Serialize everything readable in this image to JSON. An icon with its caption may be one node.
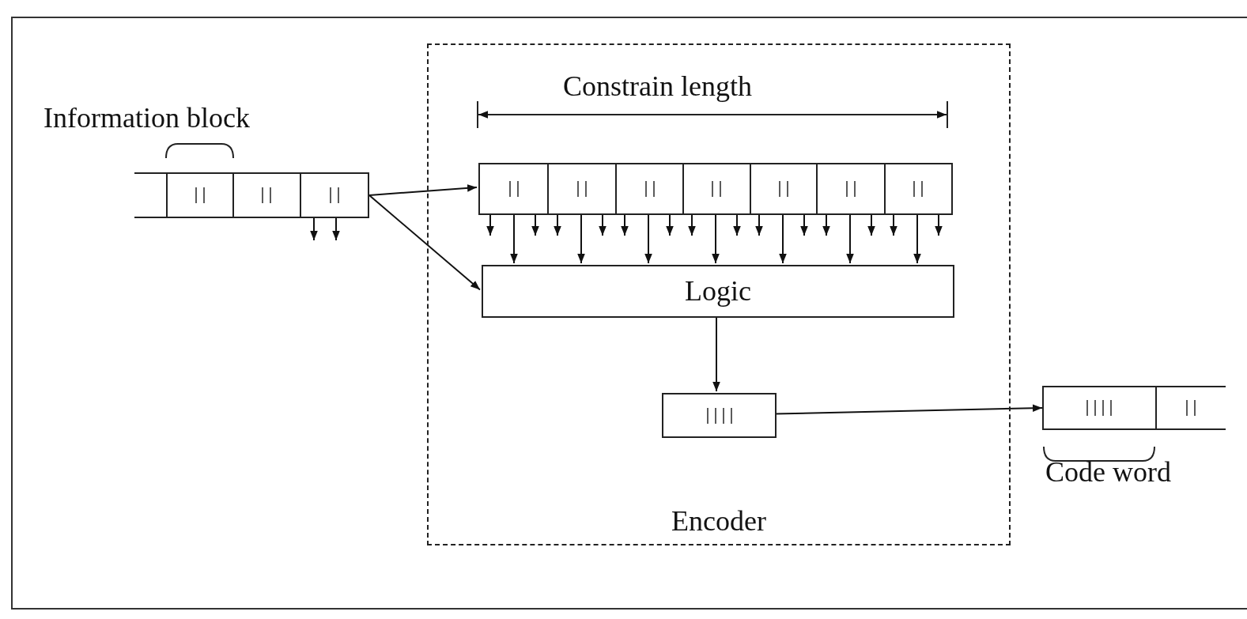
{
  "diagram": {
    "nodes": [
      {
        "text": [
          "Encoder"
        ]
      },
      {
        "text": [],
        "shape": "bar",
        "beside": [
          "Information block"
        ]
      },
      {
        "text": [],
        "shape": "bar",
        "in": 0,
        "beside": [
          "Constrain length"
        ]
      },
      {
        "text": [
          "Logic"
        ],
        "in": 0
      },
      {
        "text": [],
        "shape": "bar",
        "in": 0
      },
      {
        "text": [],
        "shape": "bar",
        "beside": [
          "Code word"
        ]
      }
    ],
    "edges": [
      {
        "from": 1,
        "to": 2,
        "arrow": "to"
      },
      {
        "from": 1,
        "to": null,
        "arrow": "to"
      },
      {
        "from": 1,
        "to": 3,
        "arrow": "to"
      },
      {
        "from": 1,
        "to": null,
        "arrow": "to"
      },
      {
        "from": 2,
        "to": null,
        "arrow": "to"
      },
      {
        "from": 2,
        "to": 3,
        "arrow": "to"
      },
      {
        "from": 2,
        "to": null,
        "arrow": "to"
      },
      {
        "from": 2,
        "to": null,
        "arrow": "to"
      },
      {
        "from": 2,
        "to": 3,
        "arrow": "to"
      },
      {
        "from": 2,
        "to": null,
        "arrow": "to"
      },
      {
        "from": 2,
        "to": null,
        "arrow": "to"
      },
      {
        "from": 2,
        "to": 3,
        "arrow": "to"
      },
      {
        "from": 2,
        "to": null,
        "arrow": "to"
      },
      {
        "from": 2,
        "to": null,
        "arrow": "to"
      },
      {
        "from": 2,
        "to": 3,
        "arrow": "to"
      },
      {
        "from": 2,
        "to": null,
        "arrow": "to"
      },
      {
        "from": 2,
        "to": null,
        "arrow": "to"
      },
      {
        "from": 2,
        "to": 3,
        "arrow": "to"
      },
      {
        "from": 2,
        "to": null,
        "arrow": "to"
      },
      {
        "from": 2,
        "to": null,
        "arrow": "to"
      },
      {
        "from": 2,
        "to": 3,
        "arrow": "to"
      },
      {
        "from": 2,
        "to": null,
        "arrow": "to"
      },
      {
        "from": 2,
        "to": null,
        "arrow": "to"
      },
      {
        "from": 2,
        "to": 3,
        "arrow": "to"
      },
      {
        "from": 2,
        "to": null,
        "arrow": "to"
      },
      {
        "from": 3,
        "to": 4,
        "arrow": "to"
      },
      {
        "from": 4,
        "to": 5,
        "arrow": "to"
      }
    ]
  }
}
